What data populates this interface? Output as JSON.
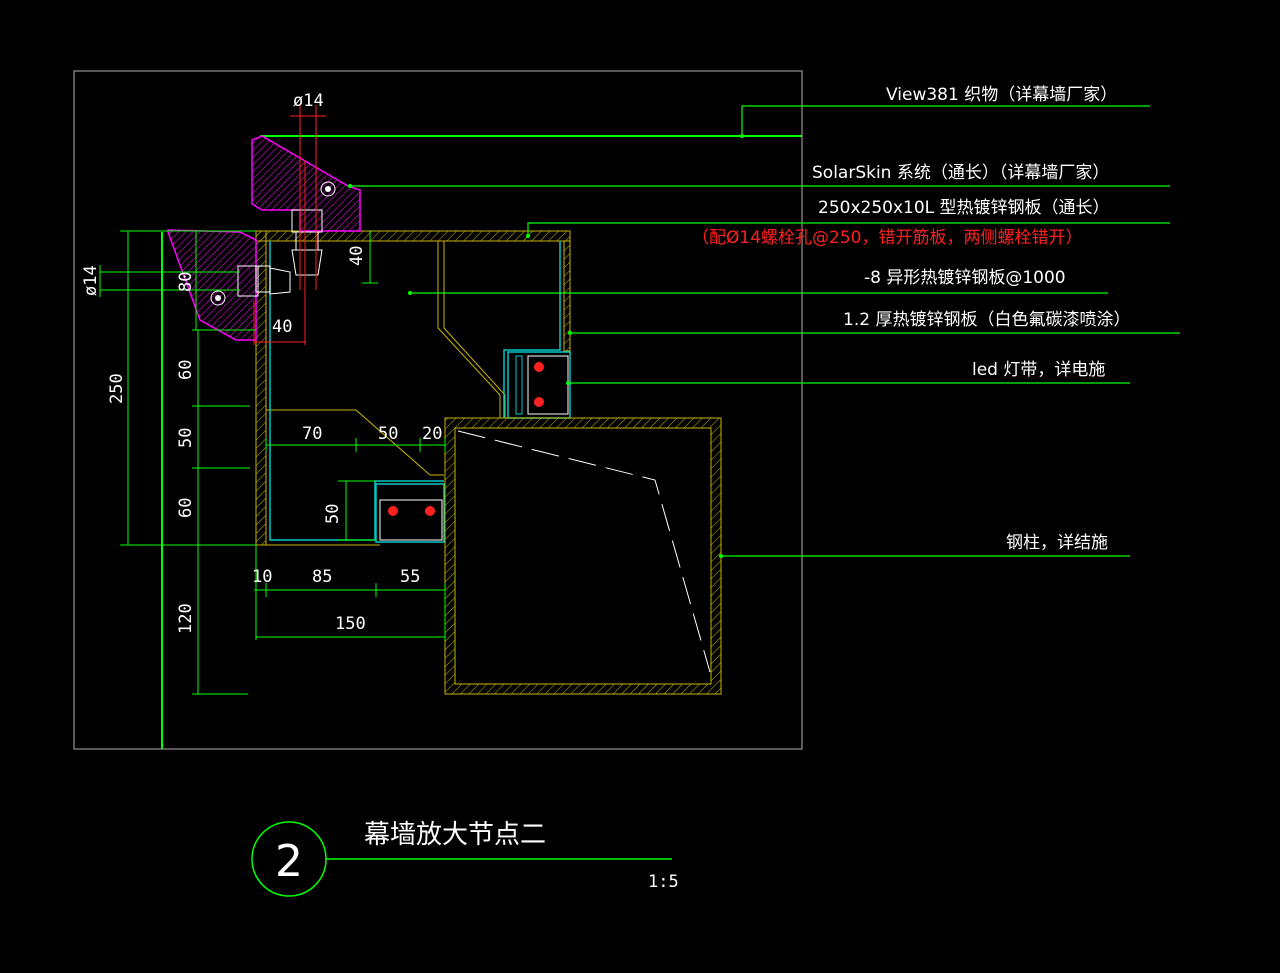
{
  "colors": {
    "background": "#000000",
    "border": "#b0b0b0",
    "leader": "#00ff00",
    "dimension": "#00ff00",
    "text": "#ffffff",
    "red_text": "#ff2020",
    "bracket": "#ff00ff",
    "steel_hatch": "#c8b400",
    "panel": "#00c8c8",
    "led": "#ff2020"
  },
  "callouts": {
    "fabric": "View381 织物（详幕墙厂家）",
    "solarskin": "SolarSkin  系统（通长）（详幕墙厂家）",
    "plate": "250x250x10L  型热镀锌钢板（通长）",
    "bolt_note": "（配Ø14螺栓孔@250，错开筋板，两侧螺栓错开）",
    "shaped_plate": "-8 异形热镀锌钢板@1000",
    "galv_sheet": "1.2 厚热镀锌钢板（白色氟碳漆喷涂）",
    "led_strip": "led 灯带，详电施",
    "steel_column": "钢柱，详结施"
  },
  "dimensions": {
    "phi14_top": "ø14",
    "phi14_left": "ø14",
    "d80": "80",
    "d40_v": "40",
    "d40_h": "40",
    "d250": "250",
    "d60_a": "60",
    "d50_v": "50",
    "d60_b": "60",
    "d120": "120",
    "d70": "70",
    "d50_h": "50",
    "d20": "20",
    "d50_led": "50",
    "d10": "10",
    "d85": "85",
    "d55": "55",
    "d150": "150"
  },
  "title_block": {
    "number": "2",
    "title": "幕墙放大节点二",
    "scale": "1:5"
  }
}
